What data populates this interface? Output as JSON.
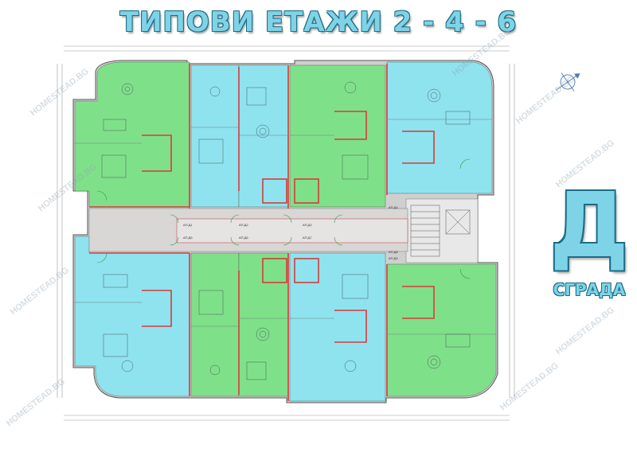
{
  "title": "ТИПОВИ ЕТАЖИ 2 - 4 - 6",
  "building": {
    "letter": "Д",
    "word": "СГРАДА"
  },
  "watermark": "HOMESTEAD.BG",
  "colors": {
    "apt_green": "#7fe08a",
    "apt_blue": "#8ee3ef",
    "corridor": "#d6d6d6",
    "wall": "#d93a3a",
    "title_fill": "#7fd3e6",
    "title_outline": "#1b6d86"
  },
  "apartments": [
    {
      "label": "АП.Д1"
    },
    {
      "label": "АП.Д2"
    },
    {
      "label": "АП.Д3"
    },
    {
      "label": "АП.Д4"
    },
    {
      "label": "АП.Д5"
    },
    {
      "label": "АП.Д6"
    },
    {
      "label": "АП.Д7"
    },
    {
      "label": "АП.Д8"
    },
    {
      "label": "АП.Д9"
    }
  ],
  "icons": {
    "compass": "north-arrow-icon",
    "stairs": "stairs-icon",
    "elevator": "elevator-icon"
  }
}
